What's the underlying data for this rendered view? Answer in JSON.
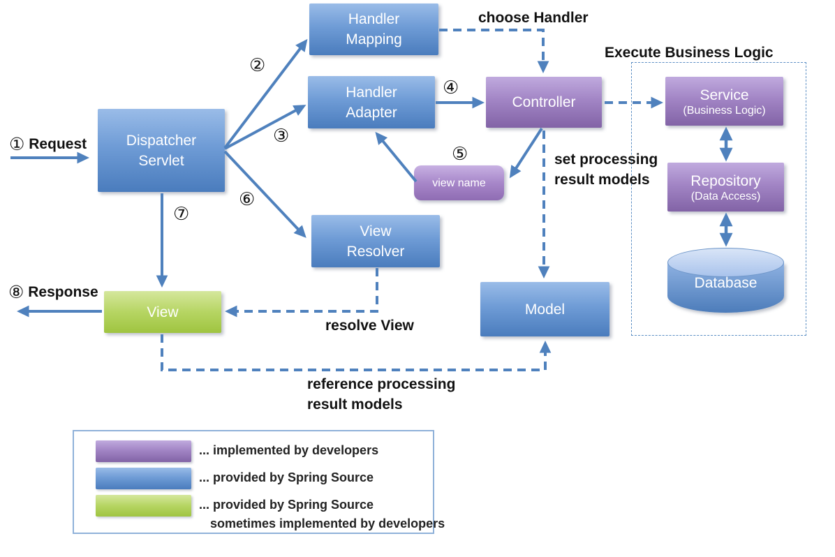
{
  "nodes": {
    "handler_mapping": {
      "line1": "Handler",
      "line2": "Mapping"
    },
    "handler_adapter": {
      "line1": "Handler",
      "line2": "Adapter"
    },
    "dispatcher_servlet": {
      "line1": "Dispatcher",
      "line2": "Servlet"
    },
    "view_resolver": {
      "line1": "View",
      "line2": "Resolver"
    },
    "controller": {
      "label": "Controller"
    },
    "service": {
      "label": "Service",
      "sublabel": "(Business Logic)"
    },
    "repository": {
      "label": "Repository",
      "sublabel": "(Data Access)"
    },
    "database": {
      "label": "Database"
    },
    "view_name": {
      "label": "view name"
    },
    "view": {
      "label": "View"
    },
    "model": {
      "label": "Model"
    }
  },
  "steps": {
    "s1": "①",
    "s2": "②",
    "s3": "③",
    "s4": "④",
    "s5": "⑤",
    "s6": "⑥",
    "s7": "⑦",
    "s8": "⑧"
  },
  "annotations": {
    "request": "Request",
    "response": "Response",
    "choose_handler": "choose Handler",
    "execute_business_logic": "Execute Business Logic",
    "set_processing_line1": "set processing",
    "set_processing_line2": "result models",
    "resolve_view": "resolve View",
    "reference_line1": "reference processing",
    "reference_line2": "result models"
  },
  "legend": {
    "items": [
      {
        "swatch_color": "#9b77c0",
        "text": "... implemented by developers"
      },
      {
        "swatch_color": "#5c8ac6",
        "text": "... provided by Spring Source"
      },
      {
        "swatch_color": "#b4d45f",
        "text": "... provided by Spring Source",
        "text2": "sometimes implemented by developers"
      }
    ]
  },
  "colors": {
    "spring_blue": "#4a7cbd",
    "developer_purple": "#8263a6",
    "spring_green": "#9fc440",
    "arrow_blue": "#4f81bd",
    "dashed_border_blue": "#5b8ec4"
  }
}
